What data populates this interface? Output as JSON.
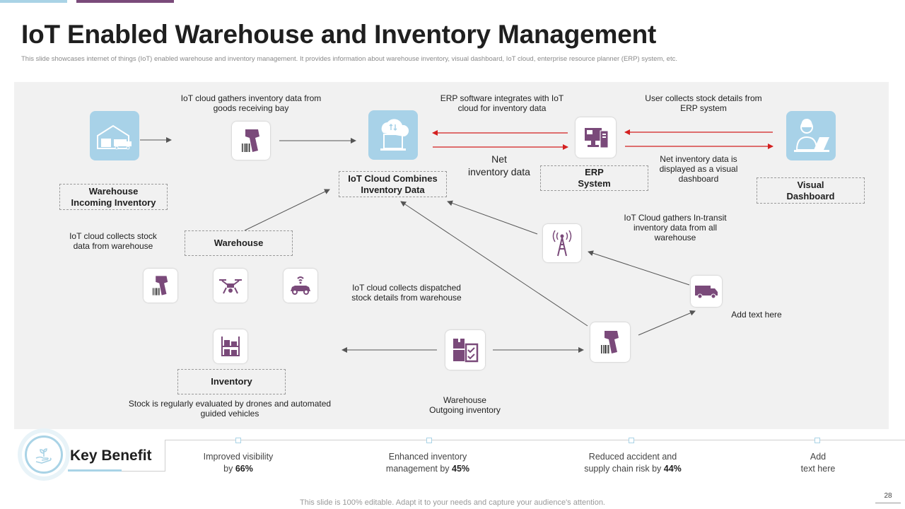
{
  "title": "IoT Enabled Warehouse and Inventory Management",
  "subtitle": "This slide showcases internet of things (IoT) enabled warehouse and inventory management. It provides information about warehouse inventory, visual dashboard, IoT cloud, enterprise resource planner (ERP) system, etc.",
  "boxes": {
    "warehouse_incoming": "Warehouse\nIncoming Inventory",
    "iot_cloud": "IoT Cloud Combines\nInventory Data",
    "erp": "ERP\nSystem",
    "visual_dashboard": "Visual\nDashboard",
    "warehouse": "Warehouse",
    "inventory": "Inventory"
  },
  "captions": {
    "receiving_bay": "IoT cloud gathers inventory data from\ngoods receiving bay",
    "erp_integrates": "ERP software integrates with IoT\ncloud for inventory data",
    "user_collects": "User collects stock details from\nERP system",
    "net_inventory": "Net\ninventory data",
    "net_displayed": "Net inventory data is\ndisplayed as a visual\ndashboard",
    "in_transit": "IoT Cloud gathers In-transit\ninventory data from all\nwarehouse",
    "collects_stock": "IoT cloud collects stock\ndata from warehouse",
    "dispatched": "IoT cloud collects dispatched\nstock details from warehouse",
    "add_text": "Add text here",
    "stock_evaluated": "Stock is regularly evaluated by drones and automated\nguided vehicles",
    "outgoing": "Warehouse\nOutgoing inventory"
  },
  "key_benefit": {
    "label": "Key Benefit",
    "items": [
      {
        "text": "Improved  visibility\nby ",
        "value": "66%"
      },
      {
        "text": "Enhanced inventory\nmanagement  by ",
        "value": "45%"
      },
      {
        "text": "Reduced accident and\nsupply chain risk by ",
        "value": "44%"
      },
      {
        "text": "Add\ntext here",
        "value": ""
      }
    ]
  },
  "footer": "This slide is 100% editable. Adapt it to your needs and capture your audience's attention.",
  "page_number": "28",
  "colors": {
    "accent_blue": "#a8d2e8",
    "accent_purple": "#7a4a7a",
    "arrow_red": "#d42020",
    "arrow_gray": "#555555"
  },
  "icons": [
    "warehouse-truck-icon",
    "barcode-scanner-icon",
    "cloud-server-icon",
    "erp-computer-icon",
    "user-laptop-icon",
    "drone-icon",
    "smart-car-icon",
    "signal-tower-icon",
    "delivery-truck-icon",
    "inventory-shelf-icon",
    "boxes-checklist-icon"
  ]
}
